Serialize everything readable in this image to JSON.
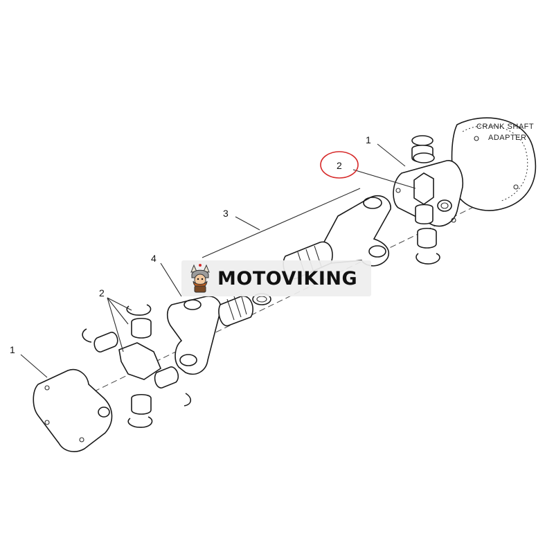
{
  "callouts": {
    "label_1_right": "1",
    "label_1_left": "1",
    "label_2_right": "2",
    "label_2_left": "2",
    "label_3": "3",
    "label_4": "4"
  },
  "adapter": {
    "line1": "CRANK SHAFT",
    "line2": "ADAPTER"
  },
  "watermark": {
    "text": "MOTOVIKING",
    "logo_icon": "viking-mascot-icon"
  },
  "colors": {
    "highlight_circle": "#d62828",
    "line": "#1a1a1a"
  }
}
